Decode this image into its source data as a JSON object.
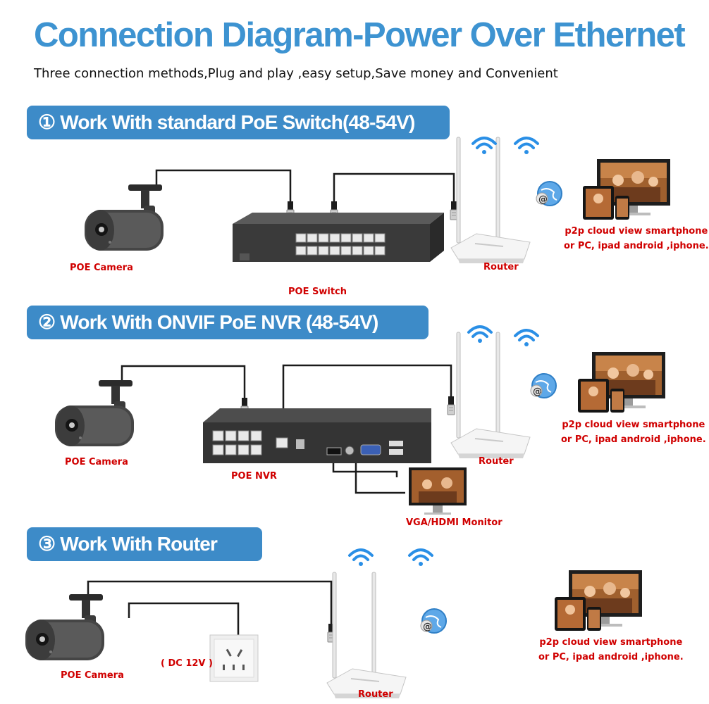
{
  "header": {
    "title": "Connection Diagram-Power Over Ethernet",
    "subtitle": "Three connection methods,Plug and play ,easy setup,Save money and Convenient"
  },
  "sections": [
    {
      "banner": "① Work With standard PoE Switch(48-54V)",
      "camera_label": "POE Camera",
      "device_label": "POE Switch",
      "router_label": "Router",
      "view_line1": "p2p cloud  view smartphone",
      "view_line2": "or PC, ipad android ,iphone."
    },
    {
      "banner": "② Work With ONVIF PoE NVR (48-54V)",
      "camera_label": "POE Camera",
      "device_label": "POE NVR",
      "monitor_label": "VGA/HDMI Monitor",
      "router_label": "Router",
      "view_line1": "p2p cloud  view smartphone",
      "view_line2": "or PC, ipad android ,iphone."
    },
    {
      "banner": "③ Work With Router",
      "camera_label": "POE Camera",
      "power_label": "( DC 12V )",
      "router_label": "Router",
      "view_line1": "p2p cloud  view smartphone",
      "view_line2": "or PC, ipad android ,iphone."
    }
  ],
  "colors": {
    "title": "#3d93d1",
    "banner": "#3d8bc8",
    "label": "#d00000",
    "cable": "#1a1a1a"
  }
}
